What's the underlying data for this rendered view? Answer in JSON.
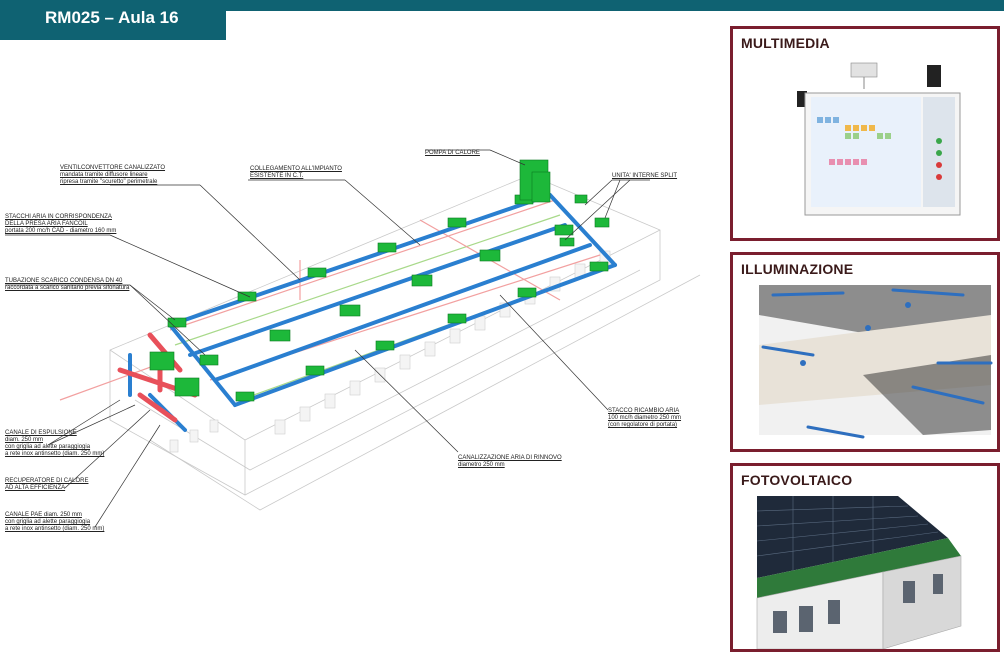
{
  "header": {
    "title": "RM025 – Aula 16"
  },
  "diagram": {
    "callouts": {
      "ventilconvettore": "VENTILCONVETTORE CANALIZZATO\nmandata tramite diffusore lineare\nripresa tramite \"scuretto\" perimetrale",
      "collegamento": "COLLEGAMENTO ALL'IMPIANTO\nESISTENTE IN C.T.",
      "pompa": "POMPA DI CALORE",
      "unita": "UNITA' INTERNE SPLIT",
      "stacchi": "STACCHI ARIA IN CORRISPONDENZA\nDELLA PRESA ARIA FANCOIL\nportata 200 mc/h CAD - diametro 160 mm",
      "tubazione": "TUBAZIONE SCARICO CONDENSA DN 40\nraccordata a scarico sanitario previa sifonatura",
      "canale_espulsione": "CANALE DI ESPULSIONE\ndiam. 250 mm\ncon griglia ad alette paraggiogia\na rete inox antinsetto (diam. 250 mm)",
      "recuperatore": "RECUPERATORE DI CALORE\nAD ALTA EFFICIENZA",
      "canale_pae": "CANALE PAE diam. 250 mm\ncon griglia ad alette paraggiogia\na rete inox antinsetto (diam. 250 mm)",
      "canalizzazione": "CANALIZZAZIONE ARIA DI RINNOVO\ndiametro 250 mm",
      "stacco": "STACCO RICAMBIO ARIA\n100 mc/h diametro 250 mm\n(con regolatore di portata)"
    }
  },
  "panels": {
    "multimedia": {
      "title": "MULTIMEDIA"
    },
    "illuminazione": {
      "title": "ILLUMINAZIONE"
    },
    "fotovoltaico": {
      "title": "FOTOVOLTAICO"
    }
  },
  "colors": {
    "header": "#0f6272",
    "panel_border": "#7a1e2e",
    "duct_blue": "#2a7fd0",
    "unit_green": "#1db83a",
    "duct_red": "#e8505a"
  }
}
